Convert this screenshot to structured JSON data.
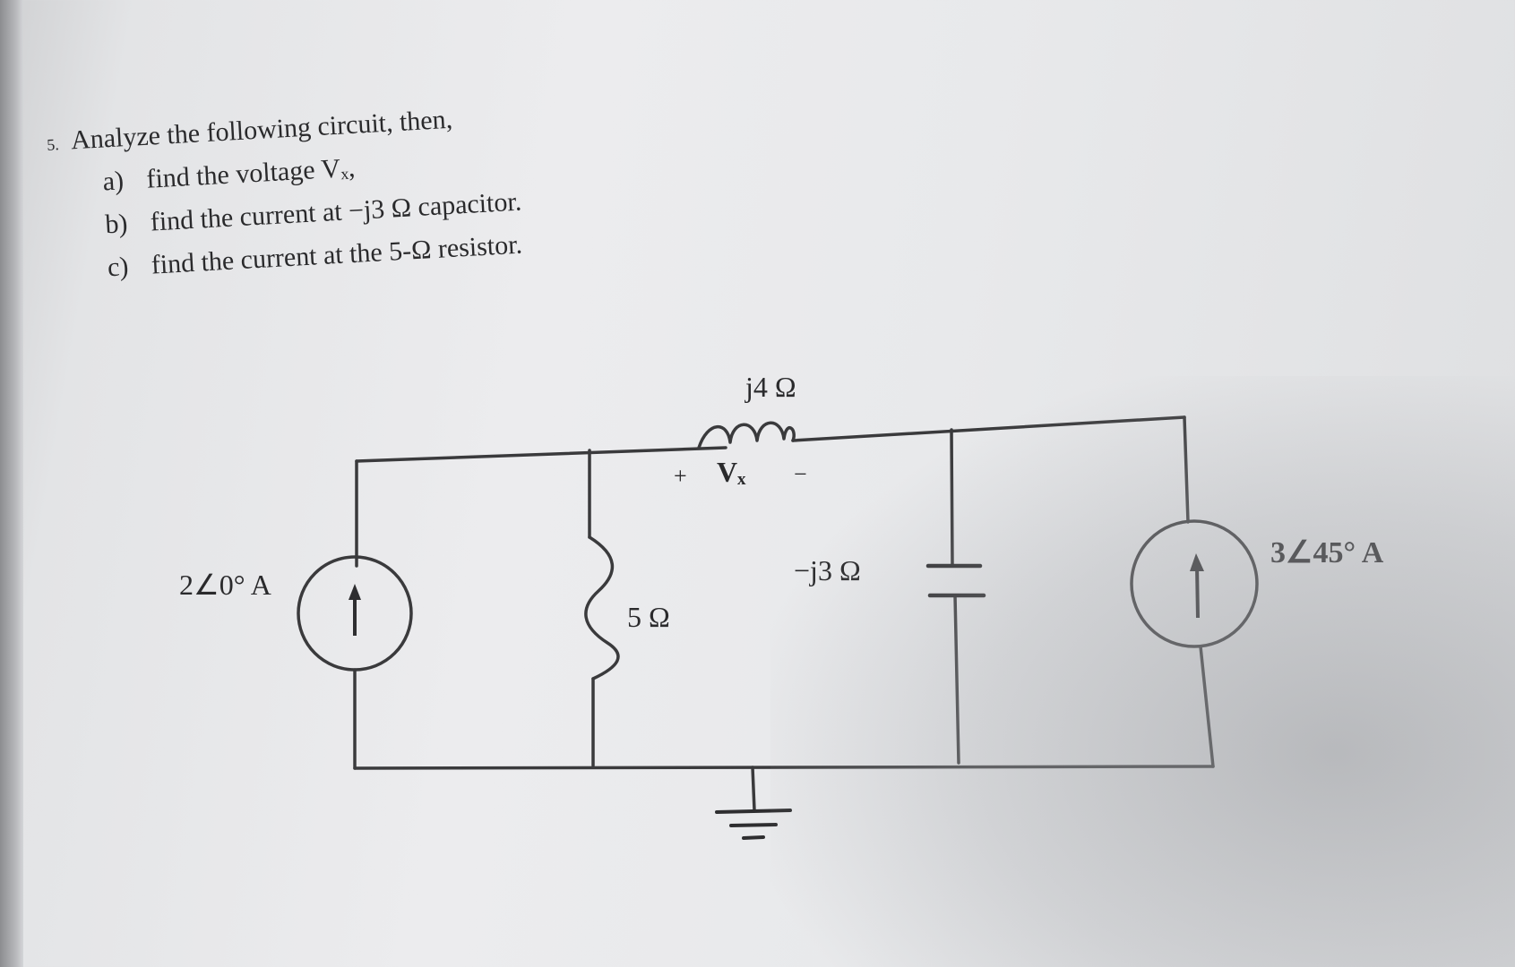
{
  "problem": {
    "number": "5.",
    "intro": "Analyze the following circuit, then,",
    "parts": [
      {
        "letter": "a)",
        "text": "find the voltage Vₓ,"
      },
      {
        "letter": "b)",
        "text": "find the current at −j3 Ω capacitor."
      },
      {
        "letter": "c)",
        "text": "find the current at the 5-Ω resistor."
      }
    ]
  },
  "circuit": {
    "source_left": "2∠0° A",
    "resistor": "5 Ω",
    "inductor": "j4 Ω",
    "vx_plus": "+",
    "vx_label": "Vₓ",
    "vx_minus": "−",
    "capacitor": "−j3 Ω",
    "source_right": "3∠45° A"
  }
}
